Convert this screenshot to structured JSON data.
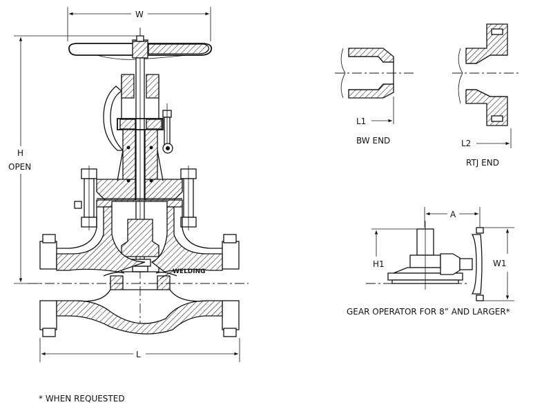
{
  "dimensions": {
    "w": "W",
    "h_line1": "H",
    "h_line2": "OPEN",
    "l": "L",
    "l1": "L1",
    "l2": "L2",
    "a": "A",
    "h1": "H1",
    "w1": "W1"
  },
  "labels": {
    "welding": "WELDING",
    "bw_end": "BW END",
    "rtj_end": "RTJ END",
    "gear_operator": "GEAR OPERATOR FOR 8” AND LARGER*",
    "footnote": "* WHEN REQUESTED"
  }
}
